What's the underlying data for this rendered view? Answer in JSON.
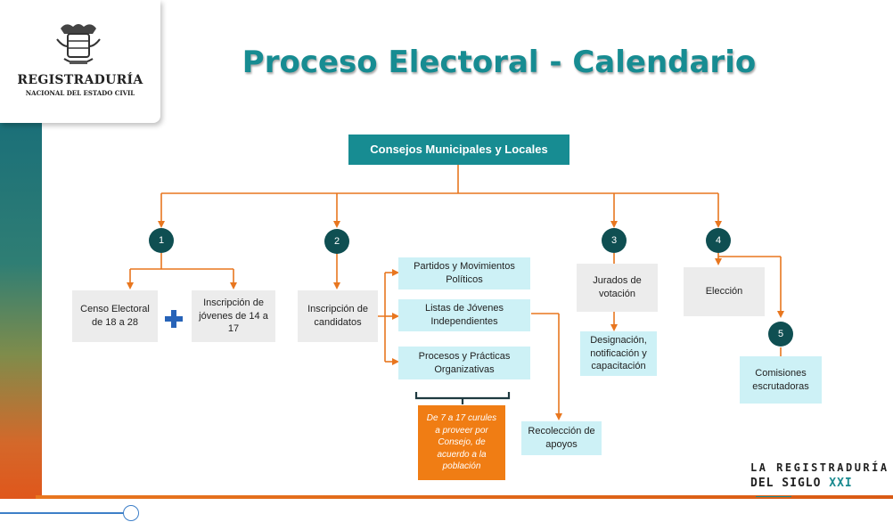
{
  "logo": {
    "name": "REGISTRADURÍA",
    "subtitle": "NACIONAL DEL ESTADO CIVIL"
  },
  "title": "Proceso Electoral - Calendario",
  "root": "Consejos Municipales y Locales",
  "steps": {
    "s1": "1",
    "s2": "2",
    "s3": "3",
    "s4": "4",
    "s5": "5"
  },
  "nodes": {
    "censo": "Censo Electoral de 18 a 28",
    "inscripcion_jovenes": "Inscripción de jóvenes de 14 a 17",
    "inscripcion_candidatos": "Inscripción de candidatos",
    "partidos": "Partidos y Movimientos Políticos",
    "listas": "Listas de Jóvenes Independientes",
    "procesos": "Procesos y Prácticas Organizativas",
    "curules": "De 7 a 17 curules a proveer por Consejo, de acuerdo a la población",
    "recoleccion": "Recolección de apoyos",
    "jurados": "Jurados de votación",
    "designacion": "Designación, notificación y capacitación",
    "eleccion": "Elección",
    "comisiones": "Comisiones escrutadoras"
  },
  "brand": {
    "line1": "LA REGISTRADURÍA",
    "line2_a": "DEL SIGLO ",
    "line2_b": "XXI"
  },
  "colors": {
    "accent_teal": "#178c92",
    "connector_orange": "#e8761f",
    "step_circle": "#0f4f52",
    "orange_box": "#f07d14",
    "cyan_box": "#cdf1f6",
    "gray_box": "#ececec"
  }
}
